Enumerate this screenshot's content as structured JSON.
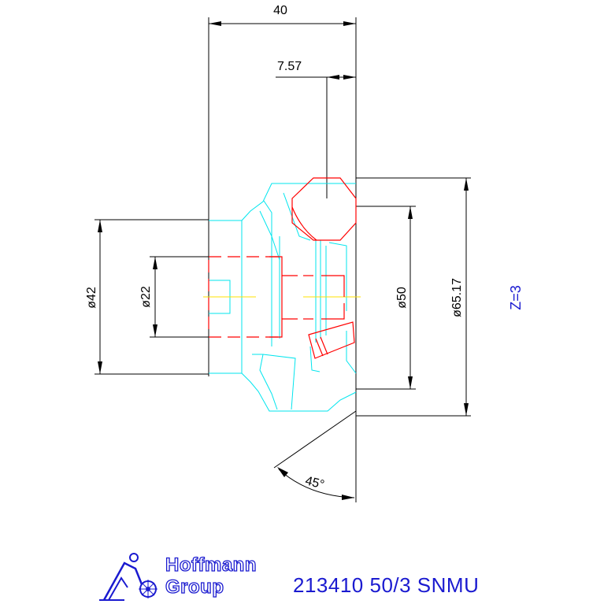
{
  "drawing": {
    "dimensions": {
      "overall_length": "40",
      "offset": "7.57",
      "bore_d42": "ø42",
      "bore_d22": "ø22",
      "d50": "ø50",
      "d65": "ø65.17",
      "angle": "45°"
    },
    "teeth_label": "Z=3"
  },
  "footer": {
    "brand_line1": "Hoffmann",
    "brand_line2": "Group",
    "product_code": "213410 50/3 SNMU"
  },
  "colors": {
    "dimension_lines": "#000000",
    "body_outline": "#00e5ee",
    "cutting_insert": "#ff0000",
    "centerline": "#ffe000",
    "label_blue": "#1a1ad0"
  }
}
